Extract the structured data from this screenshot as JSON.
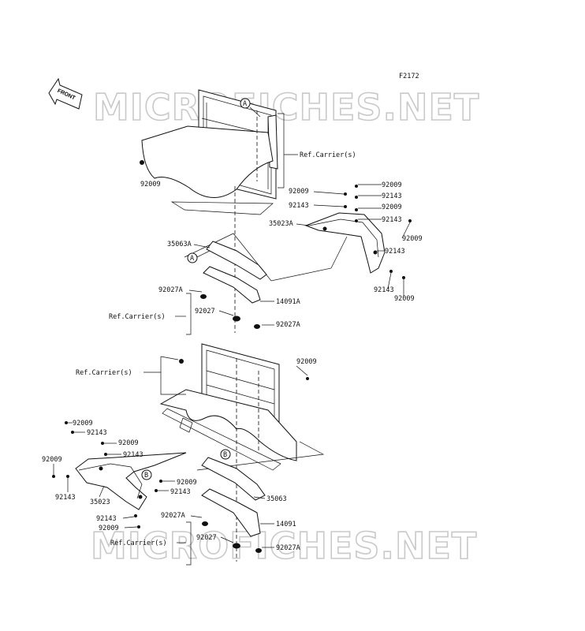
{
  "figure_code": "F2172",
  "front_arrow": "FRONT",
  "watermark": "MICROFICHES.NET",
  "upper_assembly": {
    "callout_a1": "A",
    "callout_a2": "A",
    "ref_carrier_top": "Ref.Carrier(s)",
    "ref_carrier_mid": "Ref.Carrier(s)",
    "p_92009_left": "92009",
    "p_92009_a": "92009",
    "p_92143_a": "92143",
    "p_92009_b": "92009",
    "p_92143_b": "92143",
    "p_92009_c": "92009",
    "p_92143_c": "92143",
    "p_92009_d": "92009",
    "p_92143_d": "92143",
    "p_92143_e": "92143",
    "p_92009_e": "92009",
    "p_35023a": "35023A",
    "p_35063a": "35063A",
    "p_92027a_1": "92027A",
    "p_14091a": "14091A",
    "p_92027": "92027",
    "p_92027a_2": "92027A"
  },
  "lower_assembly": {
    "callout_b1": "B",
    "callout_b2": "B",
    "ref_carrier_upper": "Ref.Carrier(s)",
    "ref_carrier_lower": "Ref.Carrier(s)",
    "p_92009_right": "92009",
    "p_92009_1": "92009",
    "p_92143_1": "92143",
    "p_92009_2": "92009",
    "p_92143_2": "92143",
    "p_92009_3": "92009",
    "p_92143_3": "92143",
    "p_35023": "35023",
    "p_92009_4": "92009",
    "p_92143_4": "92143",
    "p_92143_5": "92143",
    "p_92009_5": "92009",
    "p_35063": "35063",
    "p_92027a_1": "92027A",
    "p_14091": "14091",
    "p_92027": "92027",
    "p_92027a_2": "92027A"
  }
}
